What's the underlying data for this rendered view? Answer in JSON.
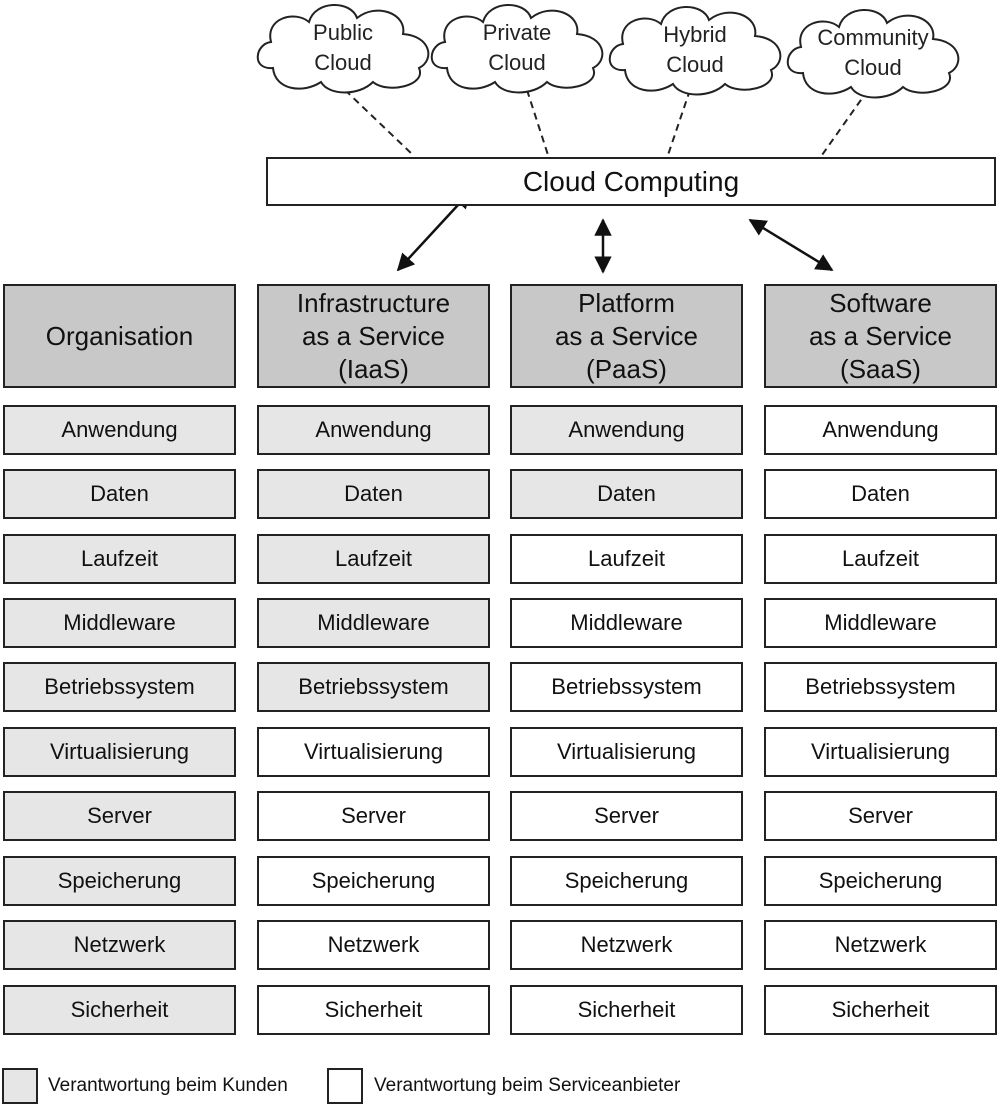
{
  "clouds": [
    {
      "lines": [
        "Public",
        "Cloud"
      ]
    },
    {
      "lines": [
        "Private",
        "Cloud"
      ]
    },
    {
      "lines": [
        "Hybrid",
        "Cloud"
      ]
    },
    {
      "lines": [
        "Community",
        "Cloud"
      ]
    }
  ],
  "center": {
    "label": "Cloud Computing"
  },
  "columns": [
    {
      "header": [
        "Organisation"
      ],
      "customer_rows": 10
    },
    {
      "header": [
        "Infrastructure",
        "as a Service",
        "(IaaS)"
      ],
      "customer_rows": 5
    },
    {
      "header": [
        "Platform",
        "as a Service",
        "(PaaS)"
      ],
      "customer_rows": 2
    },
    {
      "header": [
        "Software",
        "as a Service",
        "(SaaS)"
      ],
      "customer_rows": 0
    }
  ],
  "layers": [
    "Anwendung",
    "Daten",
    "Laufzeit",
    "Middleware",
    "Betriebssystem",
    "Virtualisierung",
    "Server",
    "Speicherung",
    "Netzwerk",
    "Sicherheit"
  ],
  "legend": {
    "customer": "Verantwortung beim Kunden",
    "provider": "Verantwortung beim Serviceanbieter"
  },
  "colors": {
    "customer_fill": "#e6e6e6",
    "provider_fill": "#ffffff",
    "header_fill": "#c8c8c8"
  }
}
